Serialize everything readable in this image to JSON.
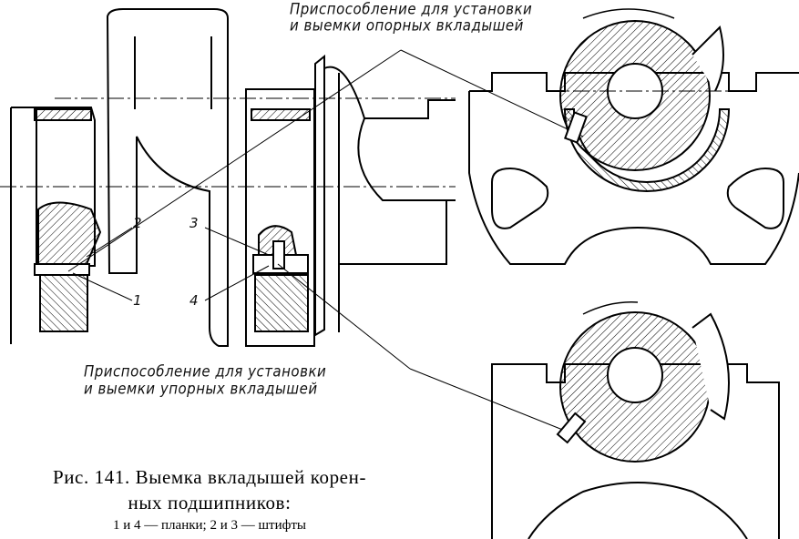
{
  "figure": {
    "caption_line1": "Рис. 141. Выемка вкладышей корен-",
    "caption_line2": "ных подшипников:",
    "caption_legend": "1 и 4 — планки; 2 и 3 — штифты",
    "annotation_top_line1": "Приспособление для установки",
    "annotation_top_line2": "и выемки опорных вкладышей",
    "annotation_bottom_line1": "Приспособление для установки",
    "annotation_bottom_line2": "и выемки упорных вкладышей",
    "labels": {
      "l1": "1",
      "l2": "2",
      "l3": "3",
      "l4": "4"
    }
  }
}
